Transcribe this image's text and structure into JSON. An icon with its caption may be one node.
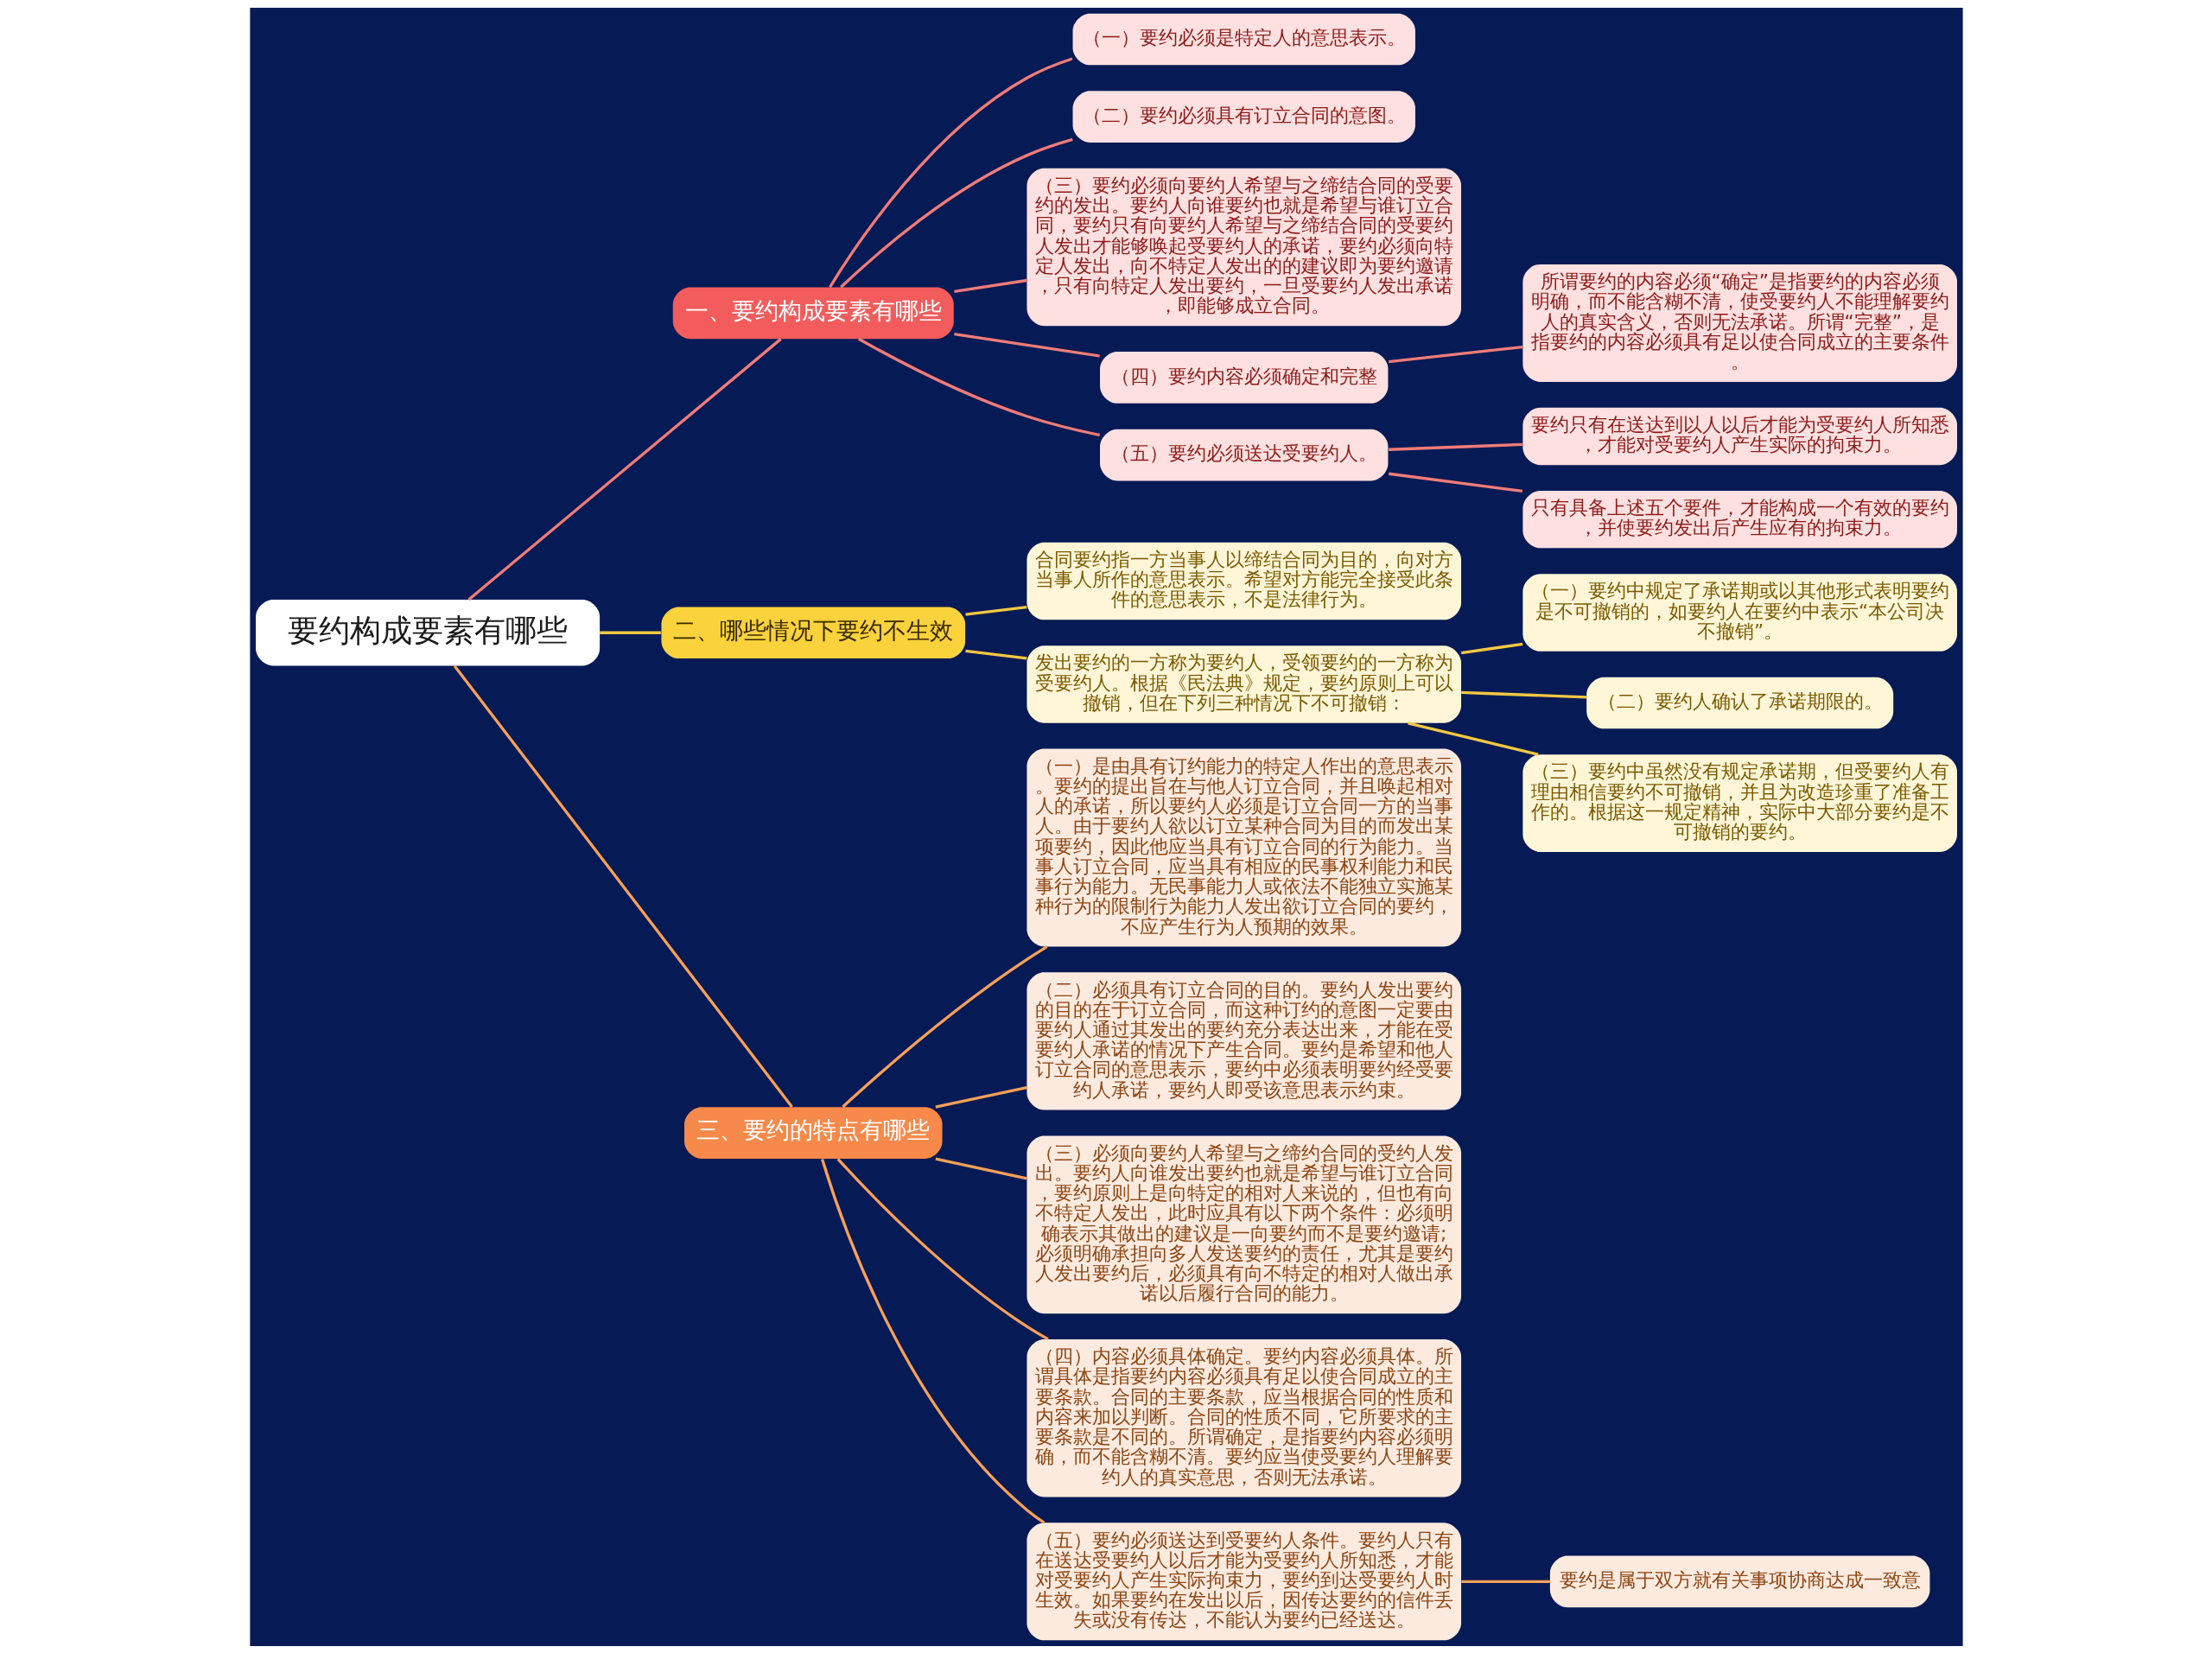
{
  "diagram": {
    "nodes": [
      {
        "text": [
          "要约构成要素有哪些"
        ]
      },
      {
        "text": [
          "一、要约构成要素有哪些"
        ]
      },
      {
        "text": [
          "（一）要约必须是特定人的意思表示。"
        ]
      },
      {
        "text": [
          "（二）要约必须具有订立合同的意图。"
        ]
      },
      {
        "text": [
          "（三）要约必须向要约人希望与之缔结合同的受要约的发出。要约人向谁要约也就是希望与谁订立合同，要约只有向要约人希望与之缔结合同的受要约人发出才能够唤起受要约人的承诺，要约必须向特定人发出，向不特定人发出的的建议即为要约邀请，只有向特定人发出要约，一旦受要约人发出承诺，即能够成立合同。"
        ]
      },
      {
        "text": [
          "（四）要约内容必须确定和完整"
        ]
      },
      {
        "text": [
          "所谓要约的内容必须“确定”是指要约的内容必须明确，而不能含糊不清，使受要约人不能理解要约人的真实含义，否则无法承诺。所谓“完整”，是指要约的内容必须具有足以使合同成立的主要条件。"
        ]
      },
      {
        "text": [
          "（五）要约必须送达受要约人。"
        ]
      },
      {
        "text": [
          "要约只有在送达到以人以后才能为受要约人所知悉，才能对受要约人产生实际的拘束力。"
        ]
      },
      {
        "text": [
          "只有具备上述五个要件，才能构成一个有效的要约，并使要约发出后产生应有的拘束力。"
        ]
      },
      {
        "text": [
          "二、哪些情况下要约不生效"
        ]
      },
      {
        "text": [
          "合同要约指一方当事人以缔结合同为目的，向对方当事人所作的意思表示。希望对方能完全接受此条件的意思表示，不是法律行为。"
        ]
      },
      {
        "text": [
          "发出要约的一方称为要约人，受领要约的一方称为受要约人。根据《民法典》规定，要约原则上可以撤销，但在下列三种情况下不可撤销："
        ]
      },
      {
        "text": [
          "（一）要约中规定了承诺期或以其他形式表明要约是不可撤销的，如要约人在要约中表示“本公司决不撤销”。"
        ]
      },
      {
        "text": [
          "（二）要约人确认了承诺期限的。"
        ]
      },
      {
        "text": [
          "（三）要约中虽然没有规定承诺期，但受要约人有理由相信要约不可撤销，并且为改造珍重了准备工作的。根据这一规定精神，实际中大部分要约是不可撤销的要约。"
        ]
      },
      {
        "text": [
          "三、要约的特点有哪些"
        ]
      },
      {
        "text": [
          "（一）是由具有订约能力的特定人作出的意思表示。要约的提出旨在与他人订立合同，并且唤起相对人的承诺，所以要约人必须是订立合同一方的当事人。由于要约人欲以订立某种合同为目的而发出某项要约，因此他应当具有订立合同的行为能力。当事人订立合同，应当具有相应的民事权利能力和民事行为能力。无民事能力人或依法不能独立实施某种行为的限制行为能力人发出欲订立合同的要约，不应产生行为人预期的效果。"
        ]
      },
      {
        "text": [
          "（二）必须具有订立合同的目的。要约人发出要约的目的在于订立合同，而这种订约的意图一定要由要约人通过其发出的要约充分表达出来，才能在受要约人承诺的情况下产生合同。要约是希望和他人订立合同的意思表示，要约中必须表明要约经受要约人承诺，要约人即受该意思表示约束。"
        ]
      },
      {
        "text": [
          "（三）必须向要约人希望与之缔约合同的受约人发出。要约人向谁发出要约也就是希望与谁订立合同，要约原则上是向特定的相对人来说的，但也有向不特定人发出，此时应具有以下两个条件：必须明确表示其做出的建议是一向要约而不是要约邀请;必须明确承担向多人发送要约的责任，尤其是要约人发出要约后，必须具有向不特定的相对人做出承诺以后履行合同的能力。"
        ]
      },
      {
        "text": [
          "（四）内容必须具体确定。要约内容必须具体。所谓具体是指要约内容必须具有足以使合同成立的主要条款。合同的主要条款，应当根据合同的性质和内容来加以判断。合同的性质不同，它所要求的主要条款是不同的。所谓确定，是指要约内容必须明确，而不能含糊不清。要约应当使受要约人理解要约人的真实意思，否则无法承诺。"
        ]
      },
      {
        "text": [
          "（五）要约必须送达到受要约人条件。要约人只有在送达受要约人以后才能为受要约人所知悉，才能对受要约人产生实际拘束力，要约到达受要约人时生效。如果要约在发出以后，因传达要约的信件丢失或没有传达，不能认为要约已经送达。"
        ]
      },
      {
        "text": [
          "要约是属于双方就有关事项协商达成一致意"
        ]
      }
    ],
    "edges": [
      {
        "from": 0,
        "to": 1,
        "arrow": "none"
      },
      {
        "from": 1,
        "to": 2,
        "arrow": "none"
      },
      {
        "from": 1,
        "to": 3,
        "arrow": "none"
      },
      {
        "from": 1,
        "to": 4,
        "arrow": "none"
      },
      {
        "from": 1,
        "to": 5,
        "arrow": "none"
      },
      {
        "from": 5,
        "to": 6,
        "arrow": "none"
      },
      {
        "from": 1,
        "to": 7,
        "arrow": "none"
      },
      {
        "from": 7,
        "to": 8,
        "arrow": "none"
      },
      {
        "from": 7,
        "to": 9,
        "arrow": "none"
      },
      {
        "from": 0,
        "to": 10,
        "arrow": "none",
        "color": "#f5c842"
      },
      {
        "from": 10,
        "to": 11,
        "arrow": "none",
        "color": "#f5c842"
      },
      {
        "from": 10,
        "to": 12,
        "arrow": "none",
        "color": "#f5c842"
      },
      {
        "from": 12,
        "to": 13,
        "arrow": "none",
        "color": "#f5c842"
      },
      {
        "from": 12,
        "to": 14,
        "arrow": "none",
        "color": "#f5c842"
      },
      {
        "from": 12,
        "to": 15,
        "arrow": "none",
        "color": "#f5c842"
      },
      {
        "from": 0,
        "to": 16,
        "arrow": "none",
        "color": "#f7a05a"
      },
      {
        "from": 16,
        "to": 17,
        "arrow": "none",
        "color": "#f7a05a"
      },
      {
        "from": 16,
        "to": 18,
        "arrow": "none",
        "color": "#f7a05a"
      },
      {
        "from": 16,
        "to": 19,
        "arrow": "none",
        "color": "#f7a05a"
      },
      {
        "from": 16,
        "to": 20,
        "arrow": "none",
        "color": "#f7a05a"
      },
      {
        "from": 16,
        "to": 21,
        "arrow": "none",
        "color": "#f7a05a"
      },
      {
        "from": 21,
        "to": 22,
        "arrow": "none",
        "color": "#f7a05a"
      }
    ]
  }
}
